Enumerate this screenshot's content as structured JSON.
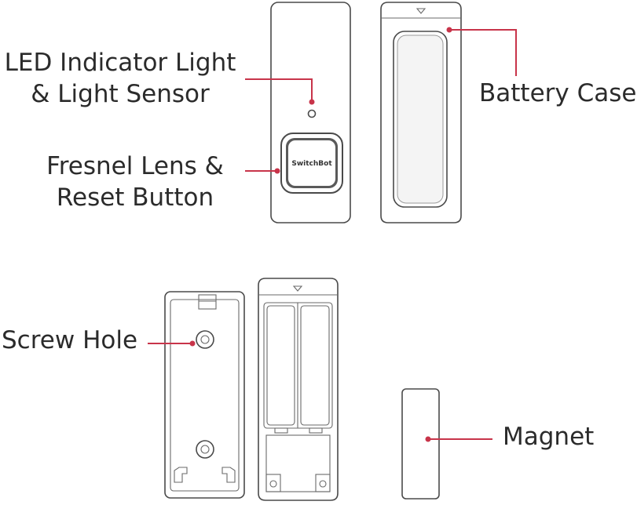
{
  "labels": {
    "led_line1": "LED Indicator Light",
    "led_line2": "& Light Sensor",
    "fresnel_line1": "Fresnel Lens &",
    "fresnel_line2": "Reset Button",
    "battery_case": "Battery Case",
    "screw_hole": "Screw Hole",
    "magnet": "Magnet"
  },
  "brand": "SwitchBot",
  "colors": {
    "leader": "#c8344a",
    "outline": "#4a4a4a",
    "text": "#2b2b2b"
  }
}
